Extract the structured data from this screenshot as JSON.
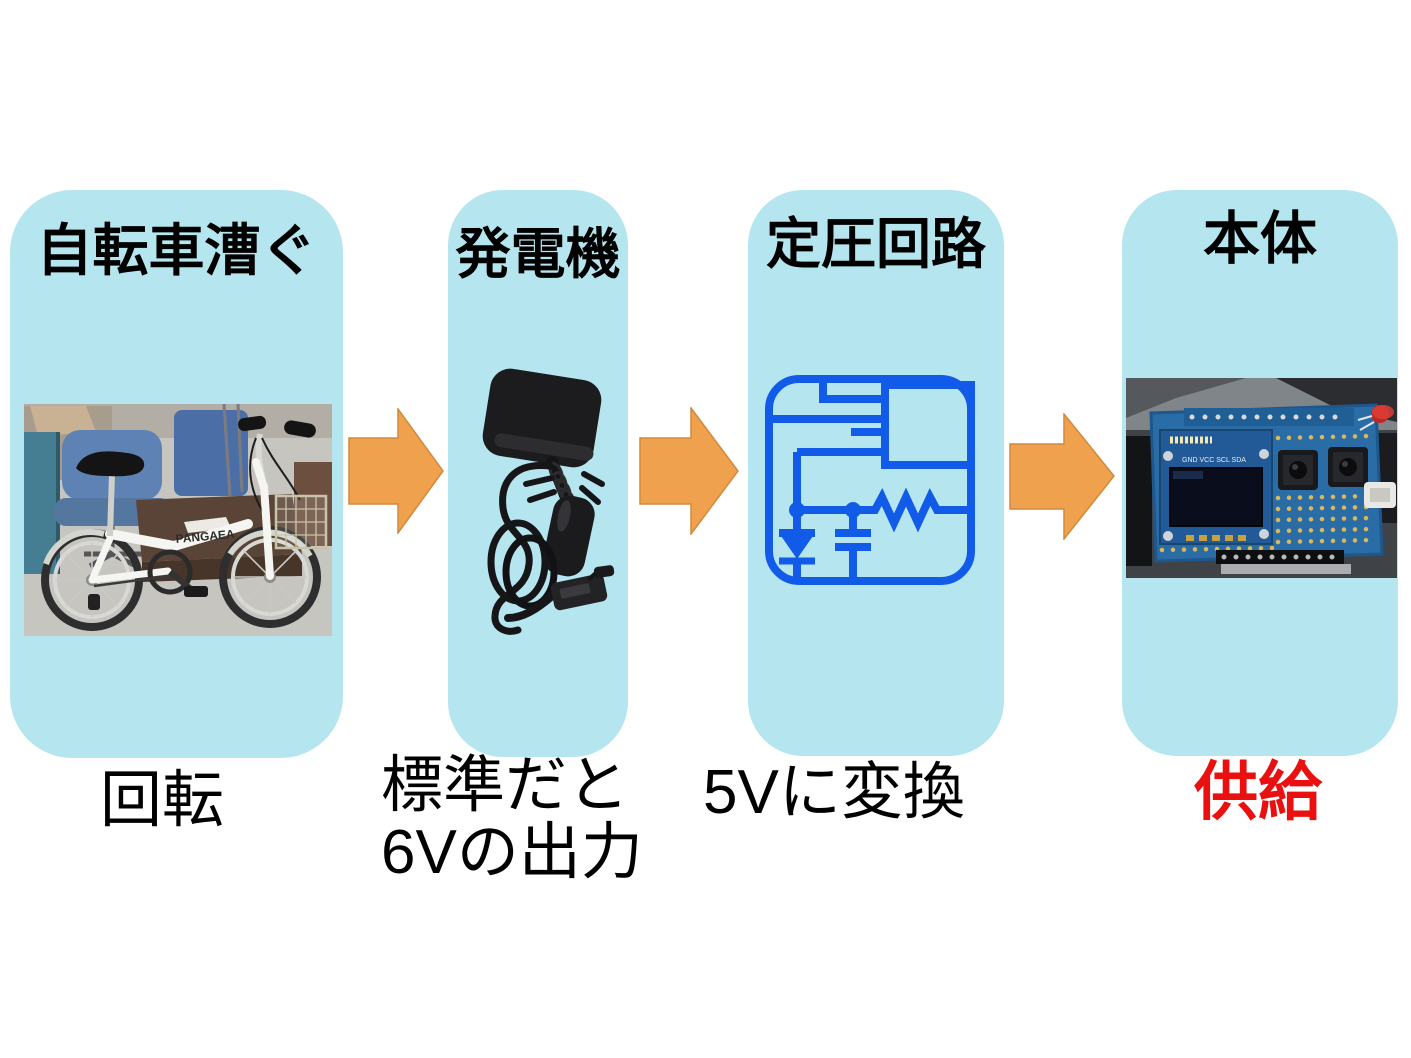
{
  "diagram": {
    "type": "flow",
    "direction": "left-to-right",
    "connector": "right-arrow",
    "steps": [
      {
        "title": "自転車漕ぐ",
        "caption": "回転",
        "image": "bicycle-photo"
      },
      {
        "title": "発電機",
        "caption": "標準だと\n6Vの出力",
        "image": "generator-photo"
      },
      {
        "title": "定圧回路",
        "caption": "5Vに変換",
        "image": "voltage-regulator-circuit-icon"
      },
      {
        "title": "本体",
        "caption": "供給",
        "caption_emphasis": "red",
        "image": "circuit-board-photo"
      }
    ]
  },
  "bicycle": {
    "frame_brand": "PANGAEA"
  },
  "circuit_board": {
    "pin_label": "GND VCC SCL SDA"
  },
  "icons": {
    "flow_arrow": "right-arrow",
    "circuit": "voltage-regulator-schematic"
  },
  "colors": {
    "page_background": "#ffffff",
    "card_background": "#b5e6f0",
    "arrow_fill": "#f0a14e",
    "arrow_outline": "#d18a3c",
    "title_text": "#000000",
    "caption_text": "#000000",
    "caption_emphasis": "#ea1010",
    "circuit_icon_blue": "#115be8"
  }
}
